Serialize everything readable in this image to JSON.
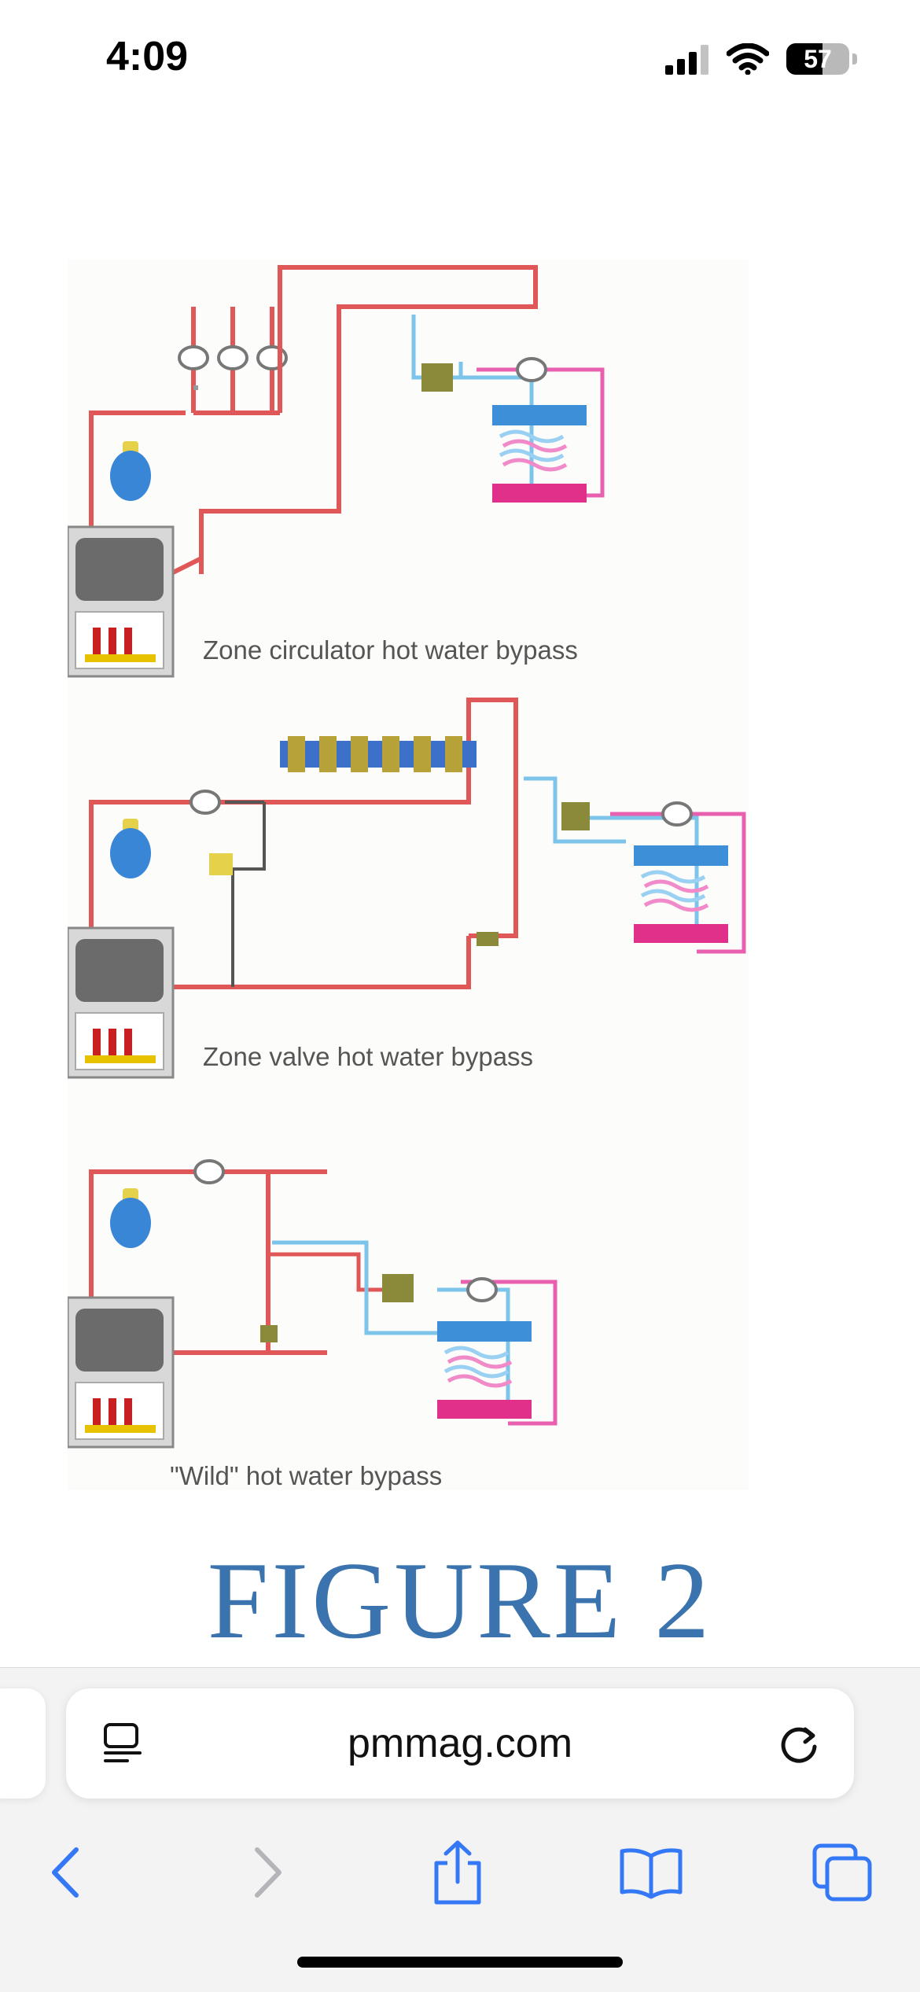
{
  "status_bar": {
    "time": "4:09",
    "battery_level": "57",
    "battery_fraction": 0.57,
    "icons": [
      "cellular-signal-icon",
      "wifi-icon",
      "battery-icon"
    ]
  },
  "article": {
    "figure_caption": "FIGURE 2",
    "caption_color": "#3a73ad",
    "figure_labels": {
      "zone_circulator": "Zone circulator hot water bypass",
      "zone_valve": "Zone valve hot water bypass",
      "wild": "\"Wild\" hot water bypass"
    }
  },
  "browser": {
    "url": "pmmag.com",
    "accent_color": "#3478f6",
    "toolbar_icons": [
      "back-icon",
      "forward-icon",
      "share-icon",
      "bookmarks-icon",
      "tabs-icon"
    ]
  }
}
